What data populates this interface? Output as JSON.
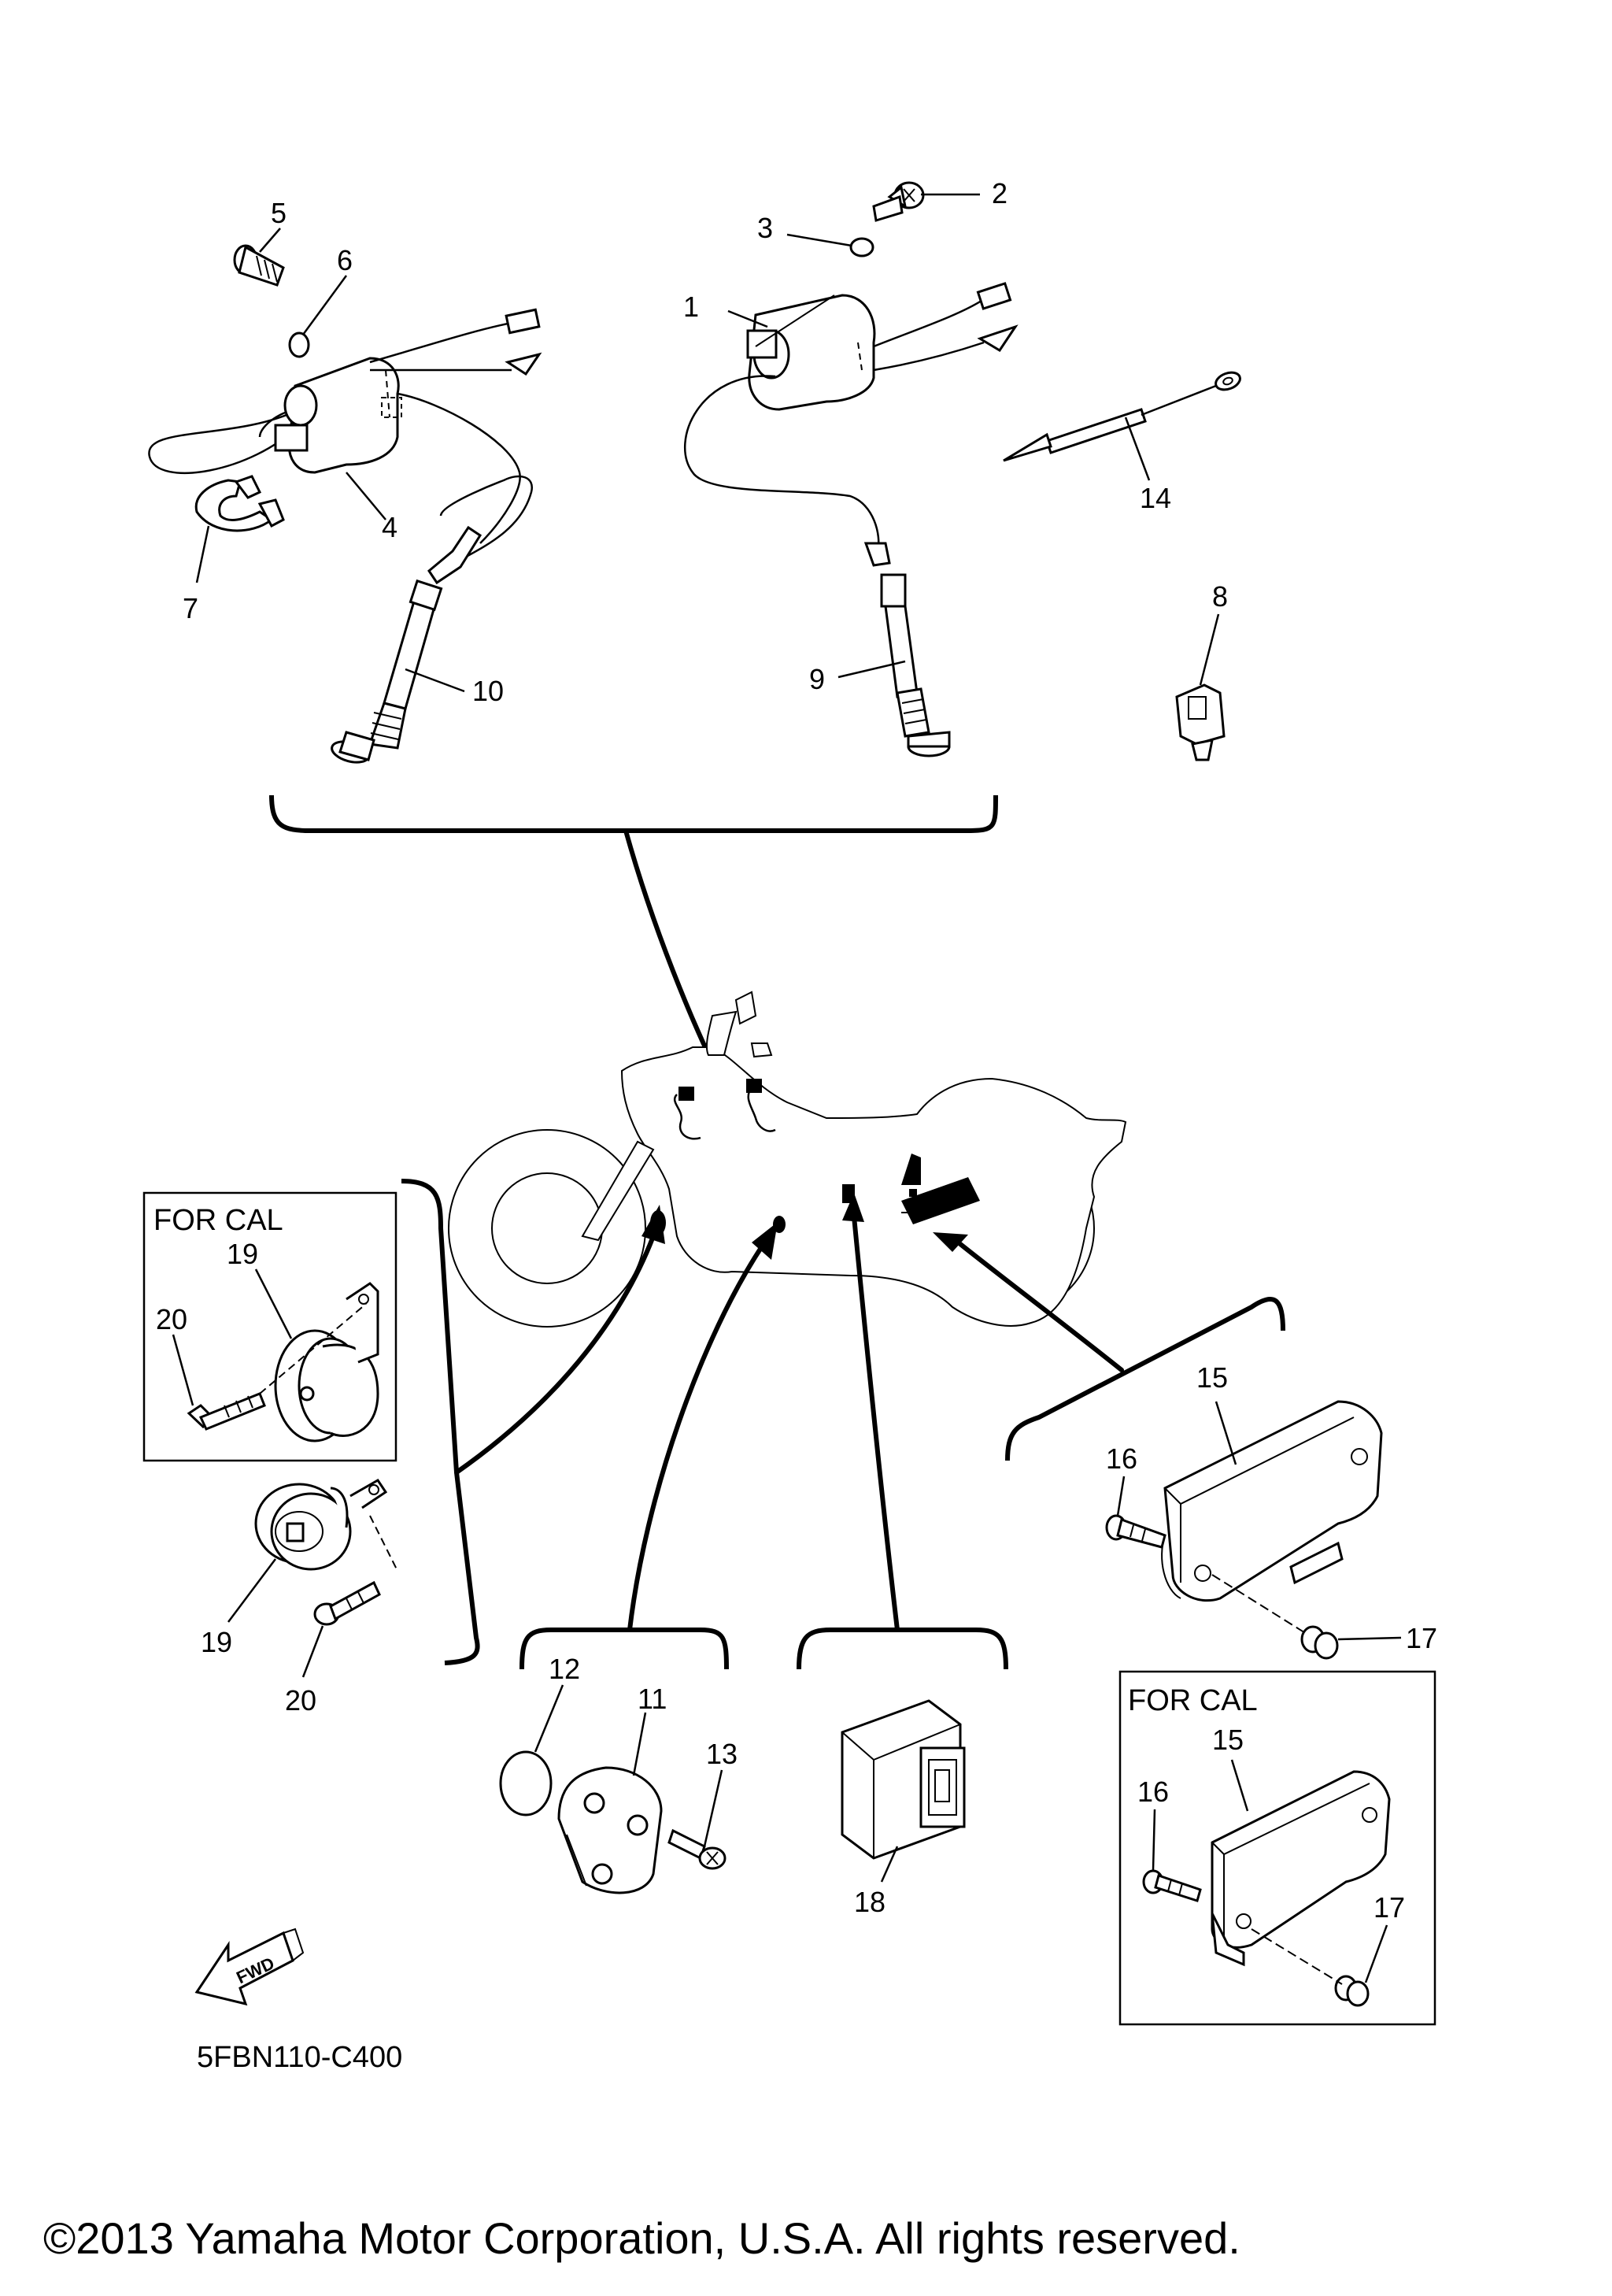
{
  "callouts": [
    {
      "id": "c1",
      "text": "1"
    },
    {
      "id": "c2",
      "text": "2"
    },
    {
      "id": "c3",
      "text": "3"
    },
    {
      "id": "c4",
      "text": "4"
    },
    {
      "id": "c5",
      "text": "5"
    },
    {
      "id": "c6",
      "text": "6"
    },
    {
      "id": "c7",
      "text": "7"
    },
    {
      "id": "c8",
      "text": "8"
    },
    {
      "id": "c9",
      "text": "9"
    },
    {
      "id": "c10",
      "text": "10"
    },
    {
      "id": "c11",
      "text": "11"
    },
    {
      "id": "c12",
      "text": "12"
    },
    {
      "id": "c13",
      "text": "13"
    },
    {
      "id": "c14",
      "text": "14"
    },
    {
      "id": "c15a",
      "text": "15"
    },
    {
      "id": "c15b",
      "text": "15"
    },
    {
      "id": "c16a",
      "text": "16"
    },
    {
      "id": "c16b",
      "text": "16"
    },
    {
      "id": "c17a",
      "text": "17"
    },
    {
      "id": "c17b",
      "text": "17"
    },
    {
      "id": "c18",
      "text": "18"
    },
    {
      "id": "c19a",
      "text": "19"
    },
    {
      "id": "c19b",
      "text": "19"
    },
    {
      "id": "c20a",
      "text": "20"
    },
    {
      "id": "c20b",
      "text": "20"
    }
  ],
  "boxes": {
    "horn_cal_label": "FOR CAL",
    "rectifier_cal_label": "FOR CAL"
  },
  "fwd_label": "FWD",
  "diagram_code": "5FBN110-C400",
  "copyright": "©2013 Yamaha Motor Corporation, U.S.A. All rights reserved."
}
